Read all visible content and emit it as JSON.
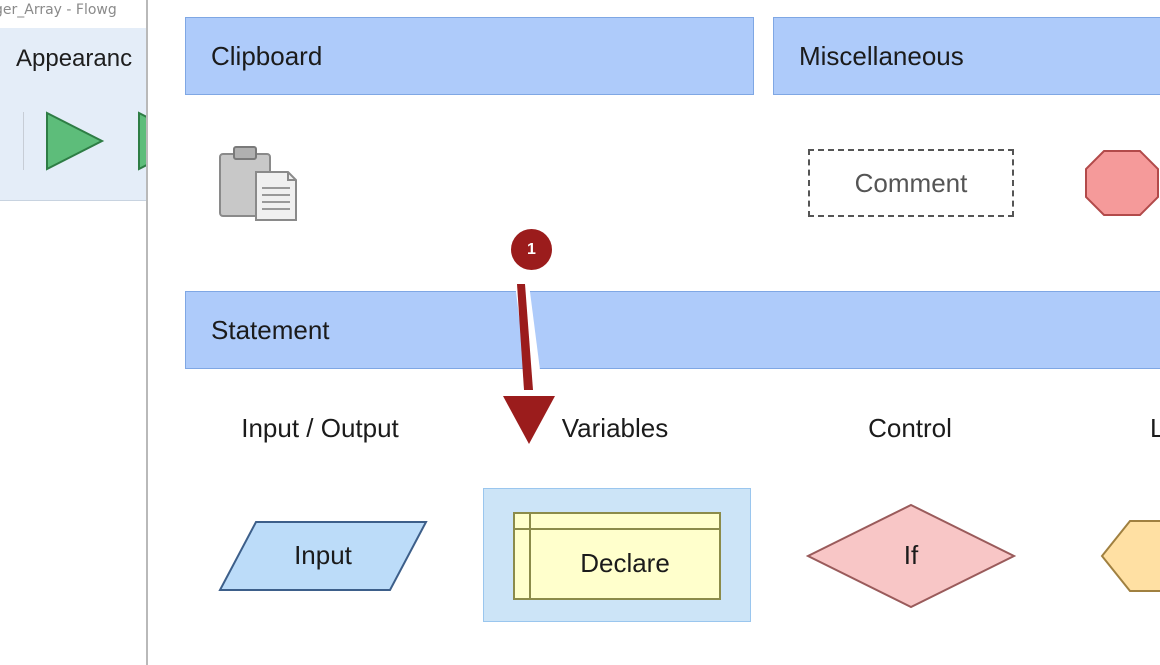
{
  "window": {
    "title": "ger_Array - Flowg"
  },
  "ribbon": {
    "tab_label": "Appearanc"
  },
  "sections": {
    "clipboard": "Clipboard",
    "miscellaneous": "Miscellaneous",
    "statement": "Statement"
  },
  "columns": {
    "io": "Input / Output",
    "variables": "Variables",
    "control": "Control",
    "loop_partial": "L"
  },
  "shapes": {
    "comment": "Comment",
    "input": "Input",
    "declare": "Declare",
    "if": "If"
  },
  "annotation": {
    "badge": "1"
  },
  "colors": {
    "header_bg": "#aecbfa",
    "annotation": "#9b1c1c",
    "input_fill": "#bcdcf9",
    "declare_fill": "#ffffcc",
    "if_fill": "#f8c6c6",
    "stop_fill": "#f59a9a",
    "loop_fill": "#ffe0a3",
    "play_green": "#5dbd7a"
  }
}
